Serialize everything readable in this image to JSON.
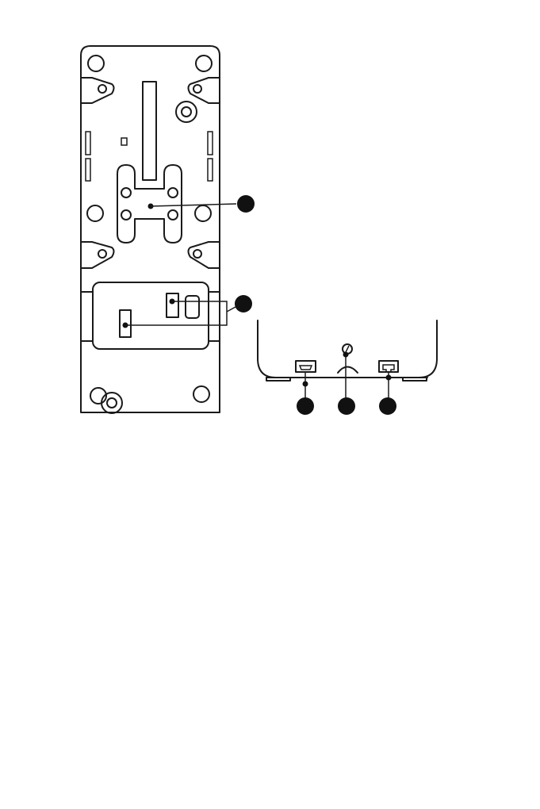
{
  "figure": {
    "colors": {
      "ink": "#1a1a1a",
      "paper": "#ffffff",
      "callout_fill": "#111111"
    },
    "callouts": [
      {
        "id": "callout-1",
        "label": ""
      },
      {
        "id": "callout-2",
        "label": ""
      },
      {
        "id": "callout-3",
        "label": ""
      },
      {
        "id": "callout-4",
        "label": ""
      },
      {
        "id": "callout-5",
        "label": ""
      }
    ]
  }
}
